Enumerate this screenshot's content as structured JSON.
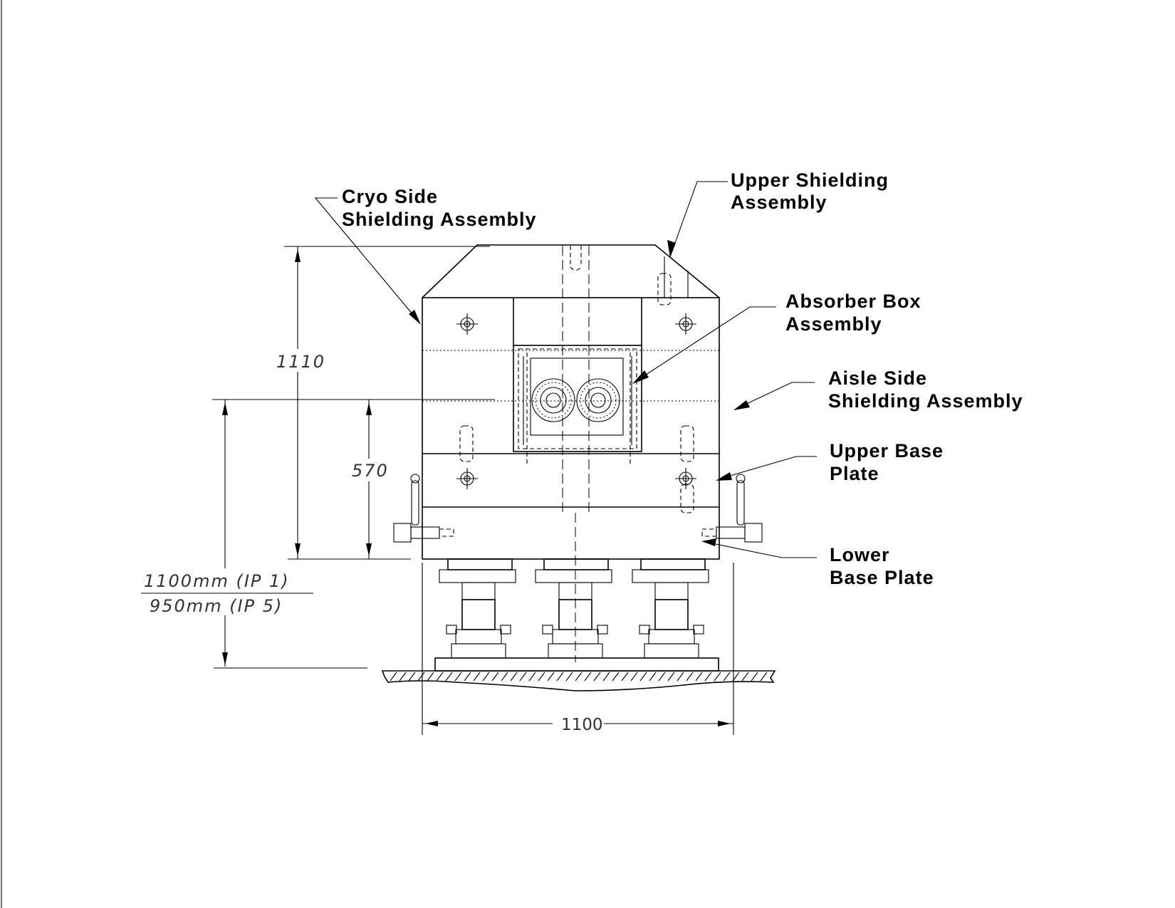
{
  "labels": {
    "cryo_side_1": "Cryo  Side",
    "cryo_side_2": "Shielding  Assembly",
    "upper_shielding_1": "Upper  Shielding",
    "upper_shielding_2": "Assembly",
    "absorber_box_1": "Absorber  Box",
    "absorber_box_2": "Assembly",
    "aisle_side_1": "Aisle  Side",
    "aisle_side_2": "Shielding  Assembly",
    "upper_base_1": "Upper  Base",
    "upper_base_2": "Plate",
    "lower_base_1": "Lower",
    "lower_base_2": "Base  Plate"
  },
  "dimensions": {
    "height_total": "1110",
    "height_beam": "570",
    "width": "1100",
    "ip1": "1100mm  (IP 1)",
    "ip5": "950mm  (IP 5)"
  }
}
